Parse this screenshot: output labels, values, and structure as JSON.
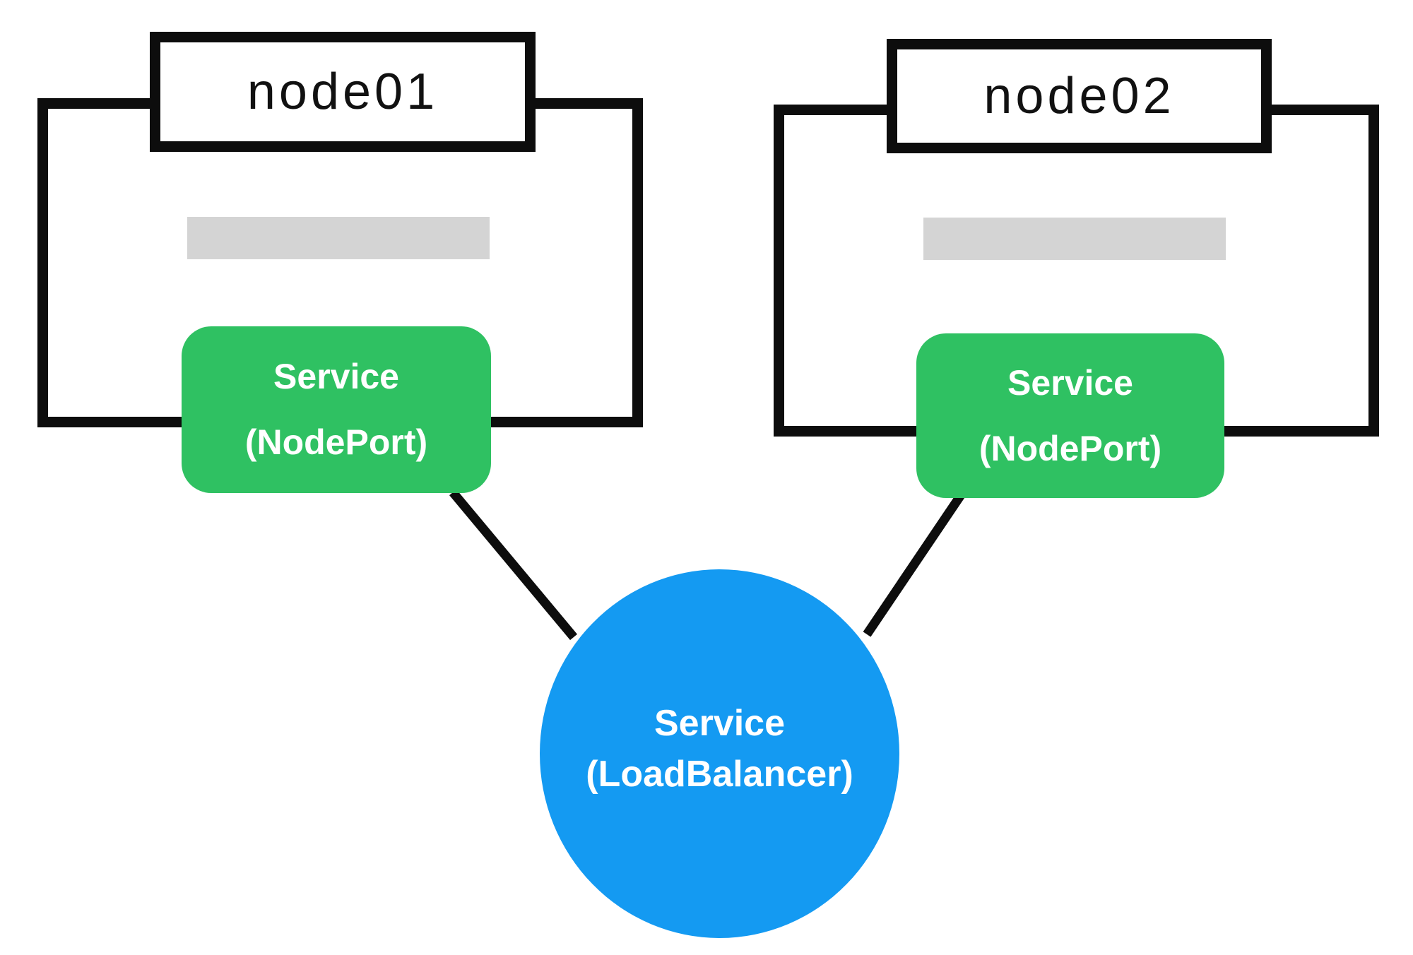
{
  "canvas": {
    "background": "#ffffff"
  },
  "colors": {
    "outline": "#0d0d0d",
    "box_fill": "#ffffff",
    "placeholder_bar": "#d4d4d4",
    "nodeport_green": "#2fc162",
    "loadbalancer_blue": "#149af2",
    "node_label_text": "#111111",
    "service_text": "#ffffff"
  },
  "nodes": [
    {
      "label": "node01",
      "service": {
        "title": "Service",
        "subtitle": "(NodePort)"
      }
    },
    {
      "label": "node02",
      "service": {
        "title": "Service",
        "subtitle": "(NodePort)"
      }
    }
  ],
  "load_balancer": {
    "title": "Service",
    "subtitle": "(LoadBalancer)"
  },
  "connections": [
    {
      "from": "node01-service-nodeport",
      "to": "service-loadbalancer"
    },
    {
      "from": "node02-service-nodeport",
      "to": "service-loadbalancer"
    }
  ]
}
